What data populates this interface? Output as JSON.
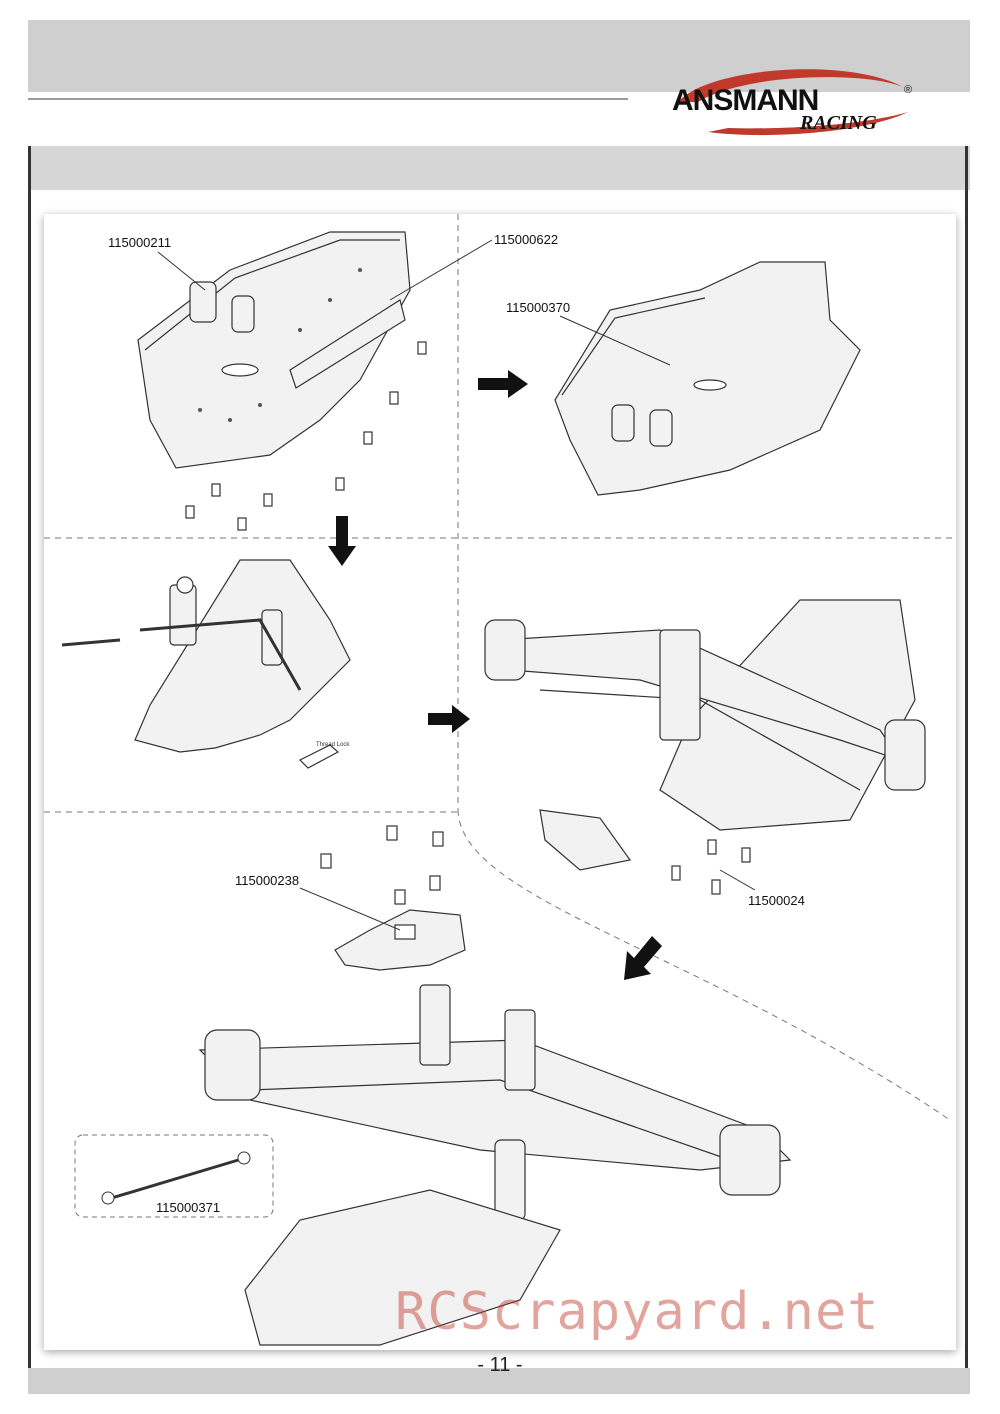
{
  "brand": {
    "name": "ANSMANN",
    "sub": "RACING",
    "reg": "®"
  },
  "watermark": "RCScrapyard.net",
  "page_number": "- 11 -",
  "labels": {
    "p211": "115000211",
    "p622": "115000622",
    "p370": "115000370",
    "p238": "115000238",
    "p024": "11500024",
    "p371": "115000371"
  },
  "sticker": "Thread Lock",
  "colors": {
    "accent": "#c0392b",
    "band": "#cfcfcf",
    "line": "#333333"
  }
}
